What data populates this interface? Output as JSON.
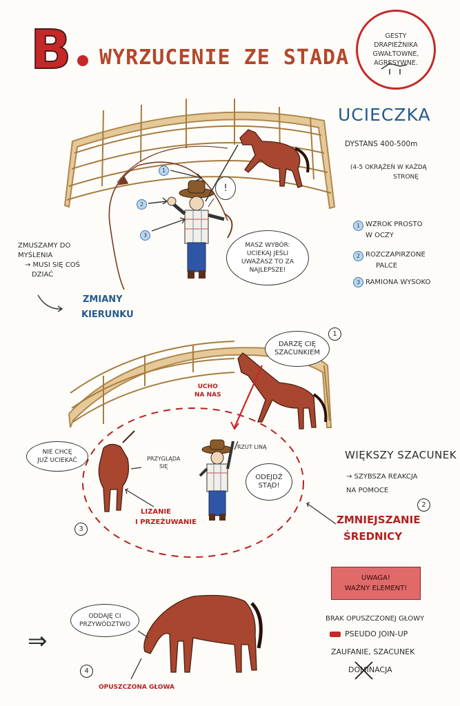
{
  "header": {
    "letter": "B",
    "title": "WYRZUCENIE ZE STADA"
  },
  "gestures_circle": {
    "lines": [
      "GESTY",
      "DRAPIEŻNIKA",
      "GWAŁTOWNE,",
      "AGRESYWNE."
    ]
  },
  "escape": {
    "title": "UCIECZKA",
    "distance": "DYSTANS 400-500m",
    "laps_line1": "(4-5 OKRĄŻEŃ W KAŻDĄ",
    "laps_line2": "STRONĘ"
  },
  "legend": [
    {
      "num": "1",
      "text_line1": "WZROK PROSTO",
      "text_line2": "W OCZY"
    },
    {
      "num": "2",
      "text_line1": "ROZCZAPIRZONE",
      "text_line2": "PALCE"
    },
    {
      "num": "3",
      "text_line1": "RAMIONA WYSOKO",
      "text_line2": ""
    }
  ],
  "scene1": {
    "markers": [
      "1",
      "2",
      "3"
    ],
    "exclaim": "!",
    "bubble_choice": [
      "MASZ WYBÓR:",
      "UCIEKAJ JEŚLI",
      "UWAŻASZ TO ZA",
      "NAJLEPSZE!"
    ],
    "thinking": [
      "ZMUSZAMY DO",
      "MYŚLENIA",
      "→ MUSI SIĘ COŚ",
      "DZIAĆ"
    ],
    "direction": [
      "ZMIANY",
      "KIERUNKU"
    ]
  },
  "scene2": {
    "marker1": "1",
    "bubble_respect": [
      "DARZĘ CIĘ",
      "SZACUNKIEM"
    ],
    "ear": [
      "UCHO",
      "NA NAS"
    ],
    "dont_run": [
      "NIE CHCĘ",
      "JUŻ UCIEKAĆ"
    ],
    "watches": [
      "PRZYGLĄDA",
      "SIĘ"
    ],
    "throws_rope": "RZUT LINĄ",
    "go_away": [
      "ODEJDŹ",
      "STĄD!"
    ],
    "licking": [
      "LIZANIE",
      "I PRZEŻUWANIE"
    ],
    "marker3": "3",
    "more_respect": "WIĘKSZY SZACUNEK",
    "faster": [
      "→ SZYBSZA REAKCJA",
      "NA POMOCE"
    ],
    "marker2": "2",
    "shrinking": [
      "ZMNIEJSZANIE",
      "ŚREDNICY"
    ]
  },
  "warning": [
    "UWAGA!",
    "WAŻNY ELEMENT!"
  ],
  "scene3": {
    "bubble_leader": [
      "ODDAJĘ CI",
      "PRZYWÓDZTWO"
    ],
    "arrow_symbol": "⇒",
    "marker4": "4",
    "head_down": "OPUSZCZONA GŁOWA",
    "lack_head": "BRAK OPUSZCZONEJ GŁOWY",
    "pseudo": "PSEUDO JOIN-UP",
    "trust": "ZAUFANIE, SZACUNEK",
    "domination": "DOMINACJA"
  },
  "colors": {
    "accent": "#c62828",
    "blue": "#245a8d",
    "horse": "#a8462f",
    "fence": "#d8b27a"
  }
}
